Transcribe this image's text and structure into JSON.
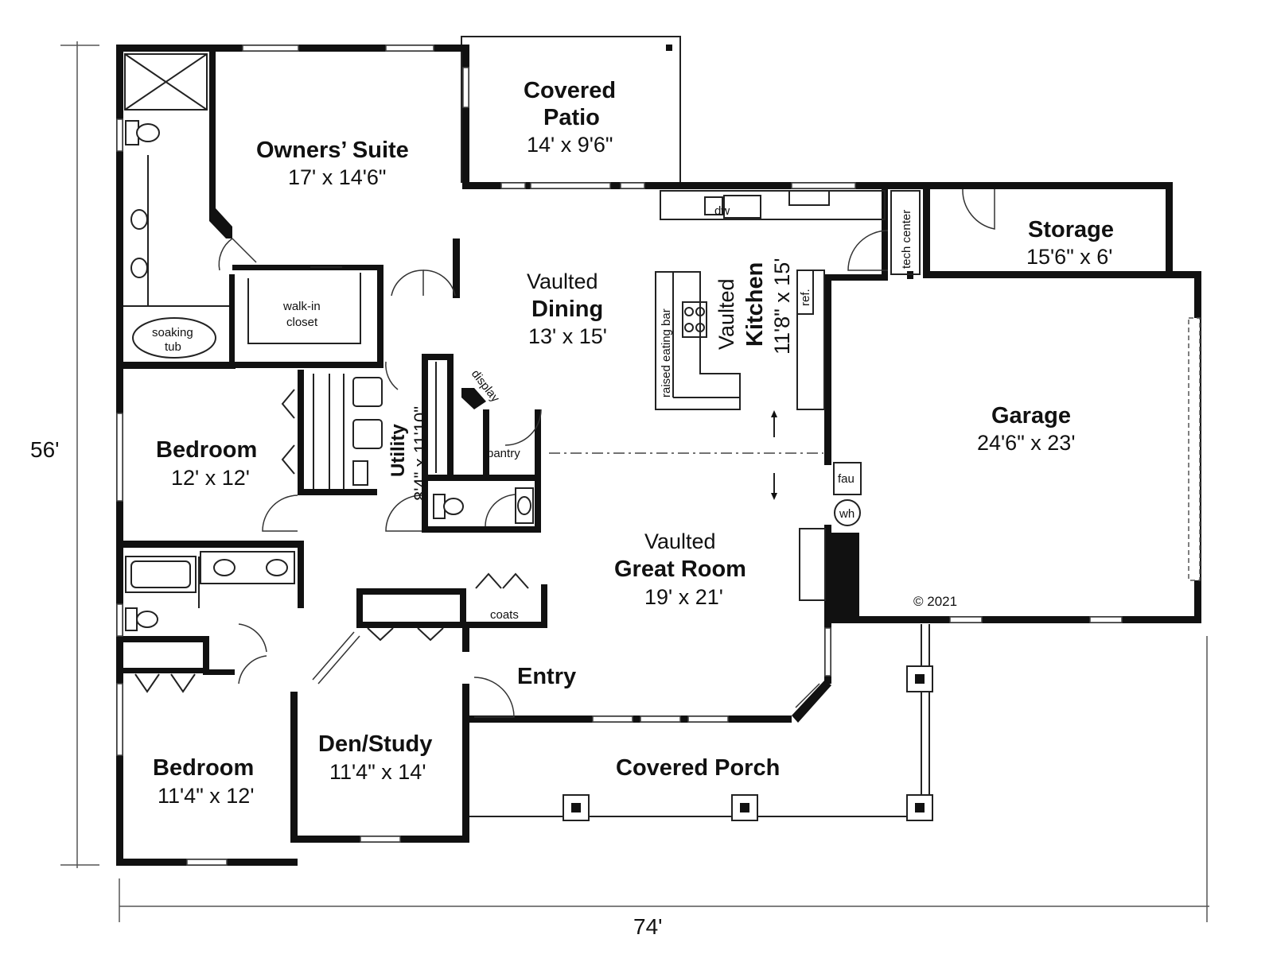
{
  "dimensions": {
    "overall_depth": "56'",
    "overall_width": "74'"
  },
  "rooms": {
    "owners_suite": {
      "name": "Owners’ Suite",
      "size": "17' x 14'6\""
    },
    "covered_patio": {
      "name_line1": "Covered",
      "name_line2": "Patio",
      "size": "14' x 9'6\""
    },
    "dining": {
      "prefix": "Vaulted",
      "name": "Dining",
      "size": "13' x 15'"
    },
    "kitchen": {
      "prefix": "Vaulted",
      "name": "Kitchen",
      "size": "11'8\" x 15'"
    },
    "storage": {
      "name": "Storage",
      "size": "15'6\" x 6'"
    },
    "garage": {
      "name": "Garage",
      "size": "24'6\" x 23'"
    },
    "bedroom_1": {
      "name": "Bedroom",
      "size": "12' x 12'"
    },
    "utility": {
      "name": "Utility",
      "size": "8'4\" x 11'10\""
    },
    "great_room": {
      "prefix": "Vaulted",
      "name": "Great Room",
      "size": "19' x 21'"
    },
    "entry": {
      "name": "Entry"
    },
    "den_study": {
      "name": "Den/Study",
      "size": "11'4\" x 14'"
    },
    "bedroom_2": {
      "name": "Bedroom",
      "size": "11'4\" x 12'"
    },
    "covered_porch": {
      "name": "Covered Porch"
    }
  },
  "fixtures": {
    "walk_in_closet_line1": "walk-in",
    "walk_in_closet_line2": "closet",
    "soaking_tub_line1": "soaking",
    "soaking_tub_line2": "tub",
    "dw": "dw",
    "tech_center": "tech center",
    "ref": "ref.",
    "raised_eating_bar": "raised eating bar",
    "display": "display",
    "pantry": "pantry",
    "coats": "coats",
    "fau": "fau",
    "wh": "wh"
  },
  "copyright": "© 2021"
}
